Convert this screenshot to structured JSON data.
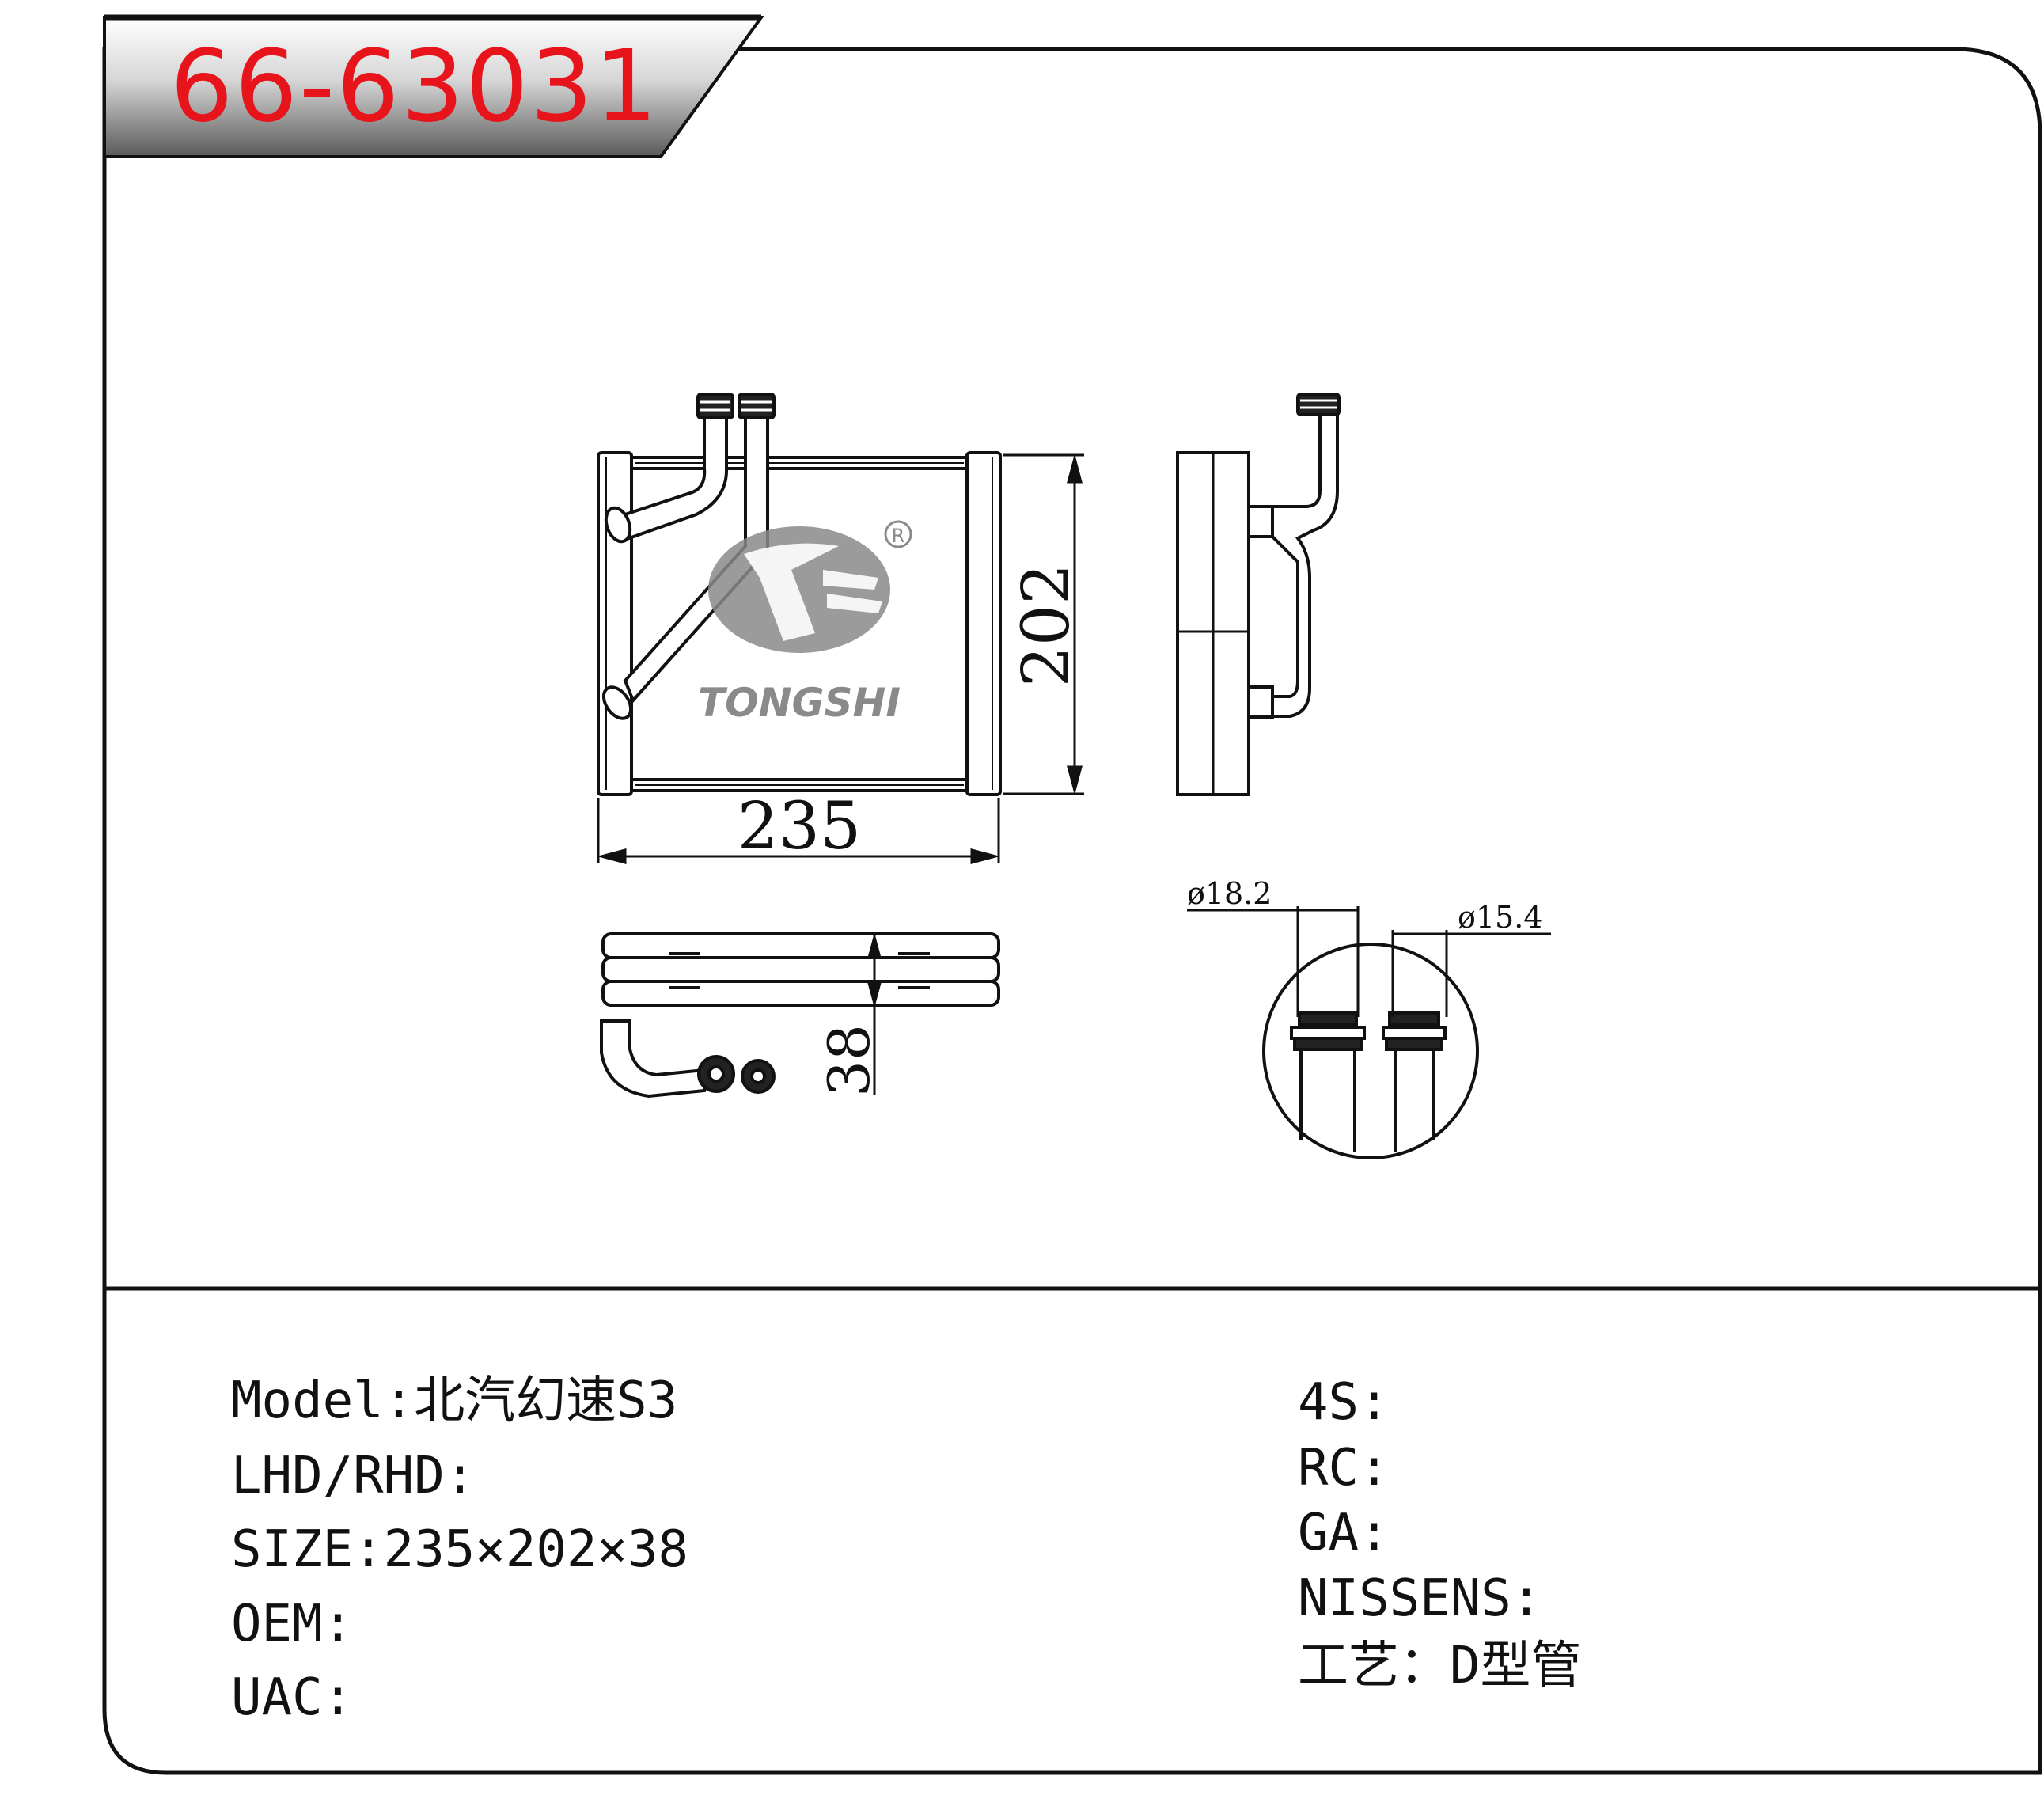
{
  "part_number": "66-63031",
  "brand_watermark": "TONGSHI",
  "registered_mark": "R",
  "dimensions": {
    "width_label": "235",
    "height_label": "202",
    "depth_label": "38",
    "pipe1_label": "ø18.2",
    "pipe2_label": "ø15.4"
  },
  "specs_left": [
    {
      "label": "Model:",
      "value": "北汽幻速S3"
    },
    {
      "label": "LHD/RHD:",
      "value": ""
    },
    {
      "label": "SIZE:",
      "value": "235×202×38"
    },
    {
      "label": "OEM:",
      "value": ""
    },
    {
      "label": "UAC:",
      "value": ""
    }
  ],
  "specs_right": [
    {
      "label": "4S:",
      "value": ""
    },
    {
      "label": "RC:",
      "value": ""
    },
    {
      "label": "GA:",
      "value": ""
    },
    {
      "label": "NISSENS:",
      "value": ""
    },
    {
      "label": "工艺：",
      "value": "D型管"
    }
  ],
  "colors": {
    "title_red": "#e8141c",
    "line_black": "#111111",
    "logo_gray": "#8a8a8a"
  }
}
